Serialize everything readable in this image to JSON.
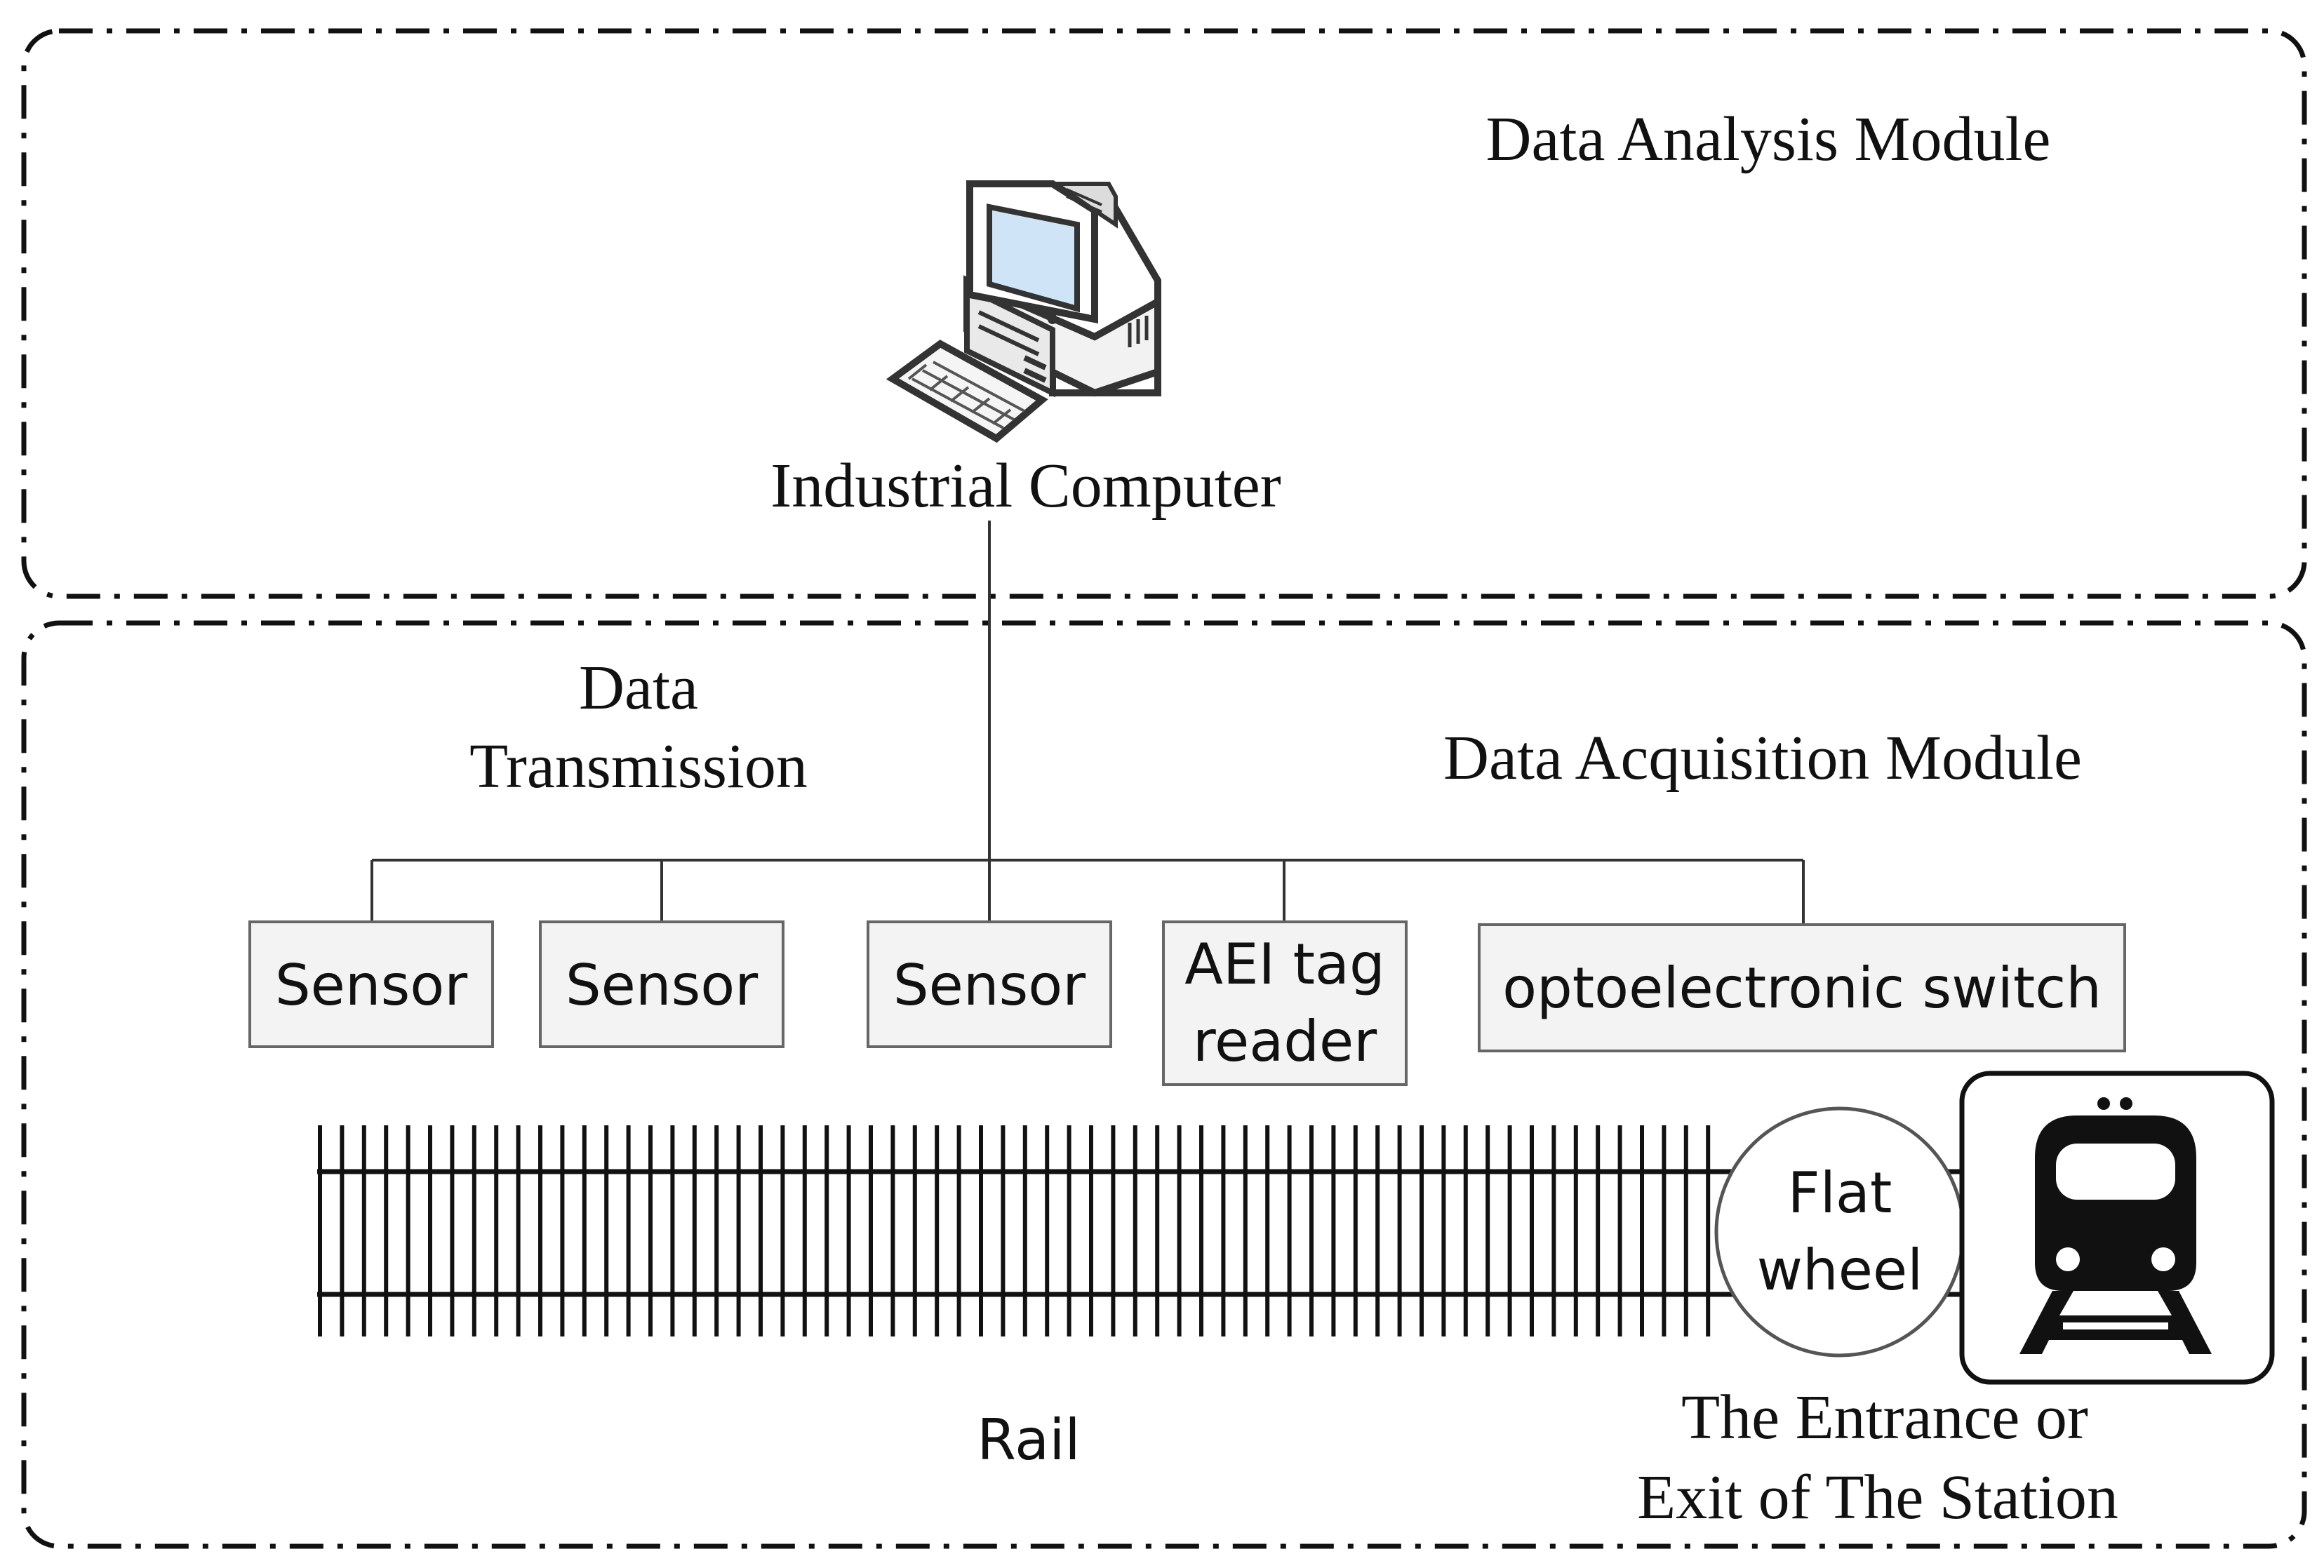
{
  "modules": {
    "analysis_label": "Data Analysis Module",
    "acquisition_label": "Data Acquisition Module"
  },
  "computer": {
    "label": "Industrial Computer",
    "icon": "desktop-computer-icon"
  },
  "transmission": {
    "line1": "Data",
    "line2": "Transmission"
  },
  "devices": [
    {
      "lines": [
        "Sensor"
      ]
    },
    {
      "lines": [
        "Sensor"
      ]
    },
    {
      "lines": [
        "Sensor"
      ]
    },
    {
      "lines": [
        "AEI tag",
        "reader"
      ]
    },
    {
      "lines": [
        "optoelectronic switch"
      ]
    }
  ],
  "rail": {
    "label": "Rail"
  },
  "flat_wheel": {
    "line1": "Flat",
    "line2": "wheel"
  },
  "station": {
    "icon": "train-icon",
    "line1": "The Entrance or",
    "line2": "Exit of The Station"
  }
}
